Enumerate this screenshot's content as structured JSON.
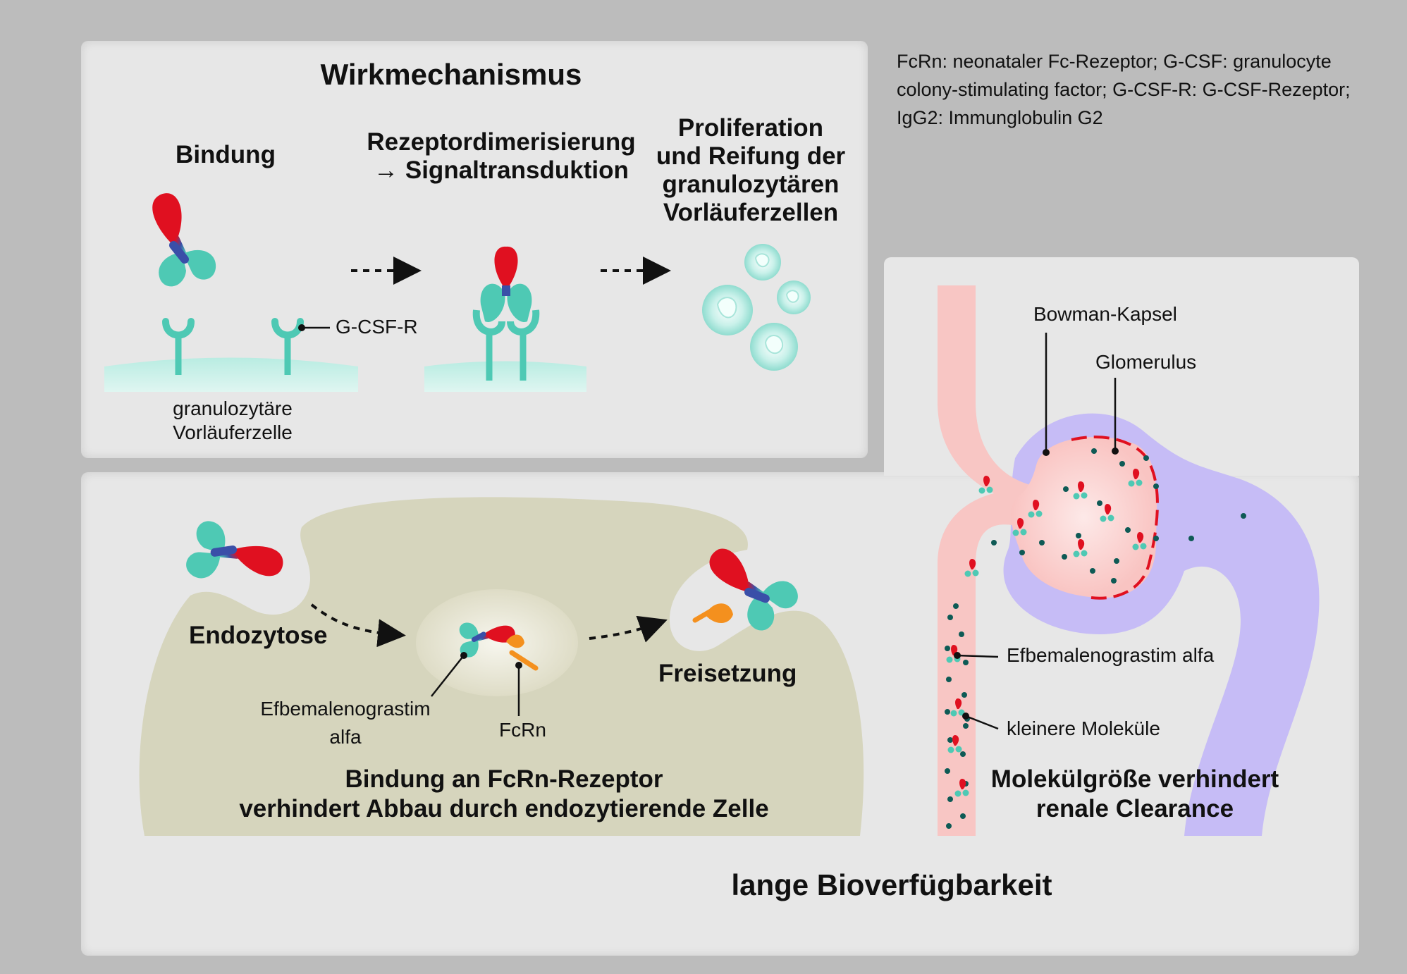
{
  "legend": {
    "line1": "FcRn: neonataler Fc-Rezeptor; G-CSF: granulocyte",
    "line2": "colony-stimulating factor; G-CSF-R: G-CSF-Rezeptor;",
    "line3": "IgG2: Immunglobulin G2"
  },
  "mechanism": {
    "title": "Wirkmechanismus",
    "step1": "Bindung",
    "step2_line1": "Rezeptordimerisierung",
    "step2_line2": "→ Signaltransduktion",
    "step3_line1": "Proliferation",
    "step3_line2": "und Reifung der",
    "step3_line3": "granulozytären",
    "step3_line4": "Vorläuferzellen",
    "receptor_label": "G-CSF-R",
    "cell_label_line1": "granulozytäre",
    "cell_label_line2": "Vorläuferzelle"
  },
  "endocytosis": {
    "endo_label": "Endozytose",
    "release_label": "Freisetzung",
    "drug_label_line1": "Efbemalenograstim",
    "drug_label_line2": "alfa",
    "fcrn_label": "FcRn",
    "caption_line1": "Bindung an FcRn-Rezeptor",
    "caption_line2": "verhindert Abbau durch endozytierende Zelle"
  },
  "kidney": {
    "bowman_label": "Bowman-Kapsel",
    "glomerulus_label": "Glomerulus",
    "drug_label": "Efbemalenograstim alfa",
    "small_label": "kleinere Moleküle",
    "caption_line1": "Molekülgröße verhindert",
    "caption_line2": "renale Clearance"
  },
  "conclusion": "lange Bioverfügbarkeit",
  "colors": {
    "antibody_red": "#e01020",
    "antibody_teal": "#4ec9b4",
    "antibody_blue": "#3a4fa8",
    "cell_green": "#d6d5bd",
    "kidney_purple": "#c6bcf6",
    "vessel_pink": "#f8c6c4",
    "fcrn_orange": "#f4901e",
    "dot_teal": "#0e5a55"
  },
  "icons": [
    "antibody-icon",
    "receptor-icon",
    "cell-icon",
    "fcrn-icon",
    "dashed-arrow-icon"
  ]
}
